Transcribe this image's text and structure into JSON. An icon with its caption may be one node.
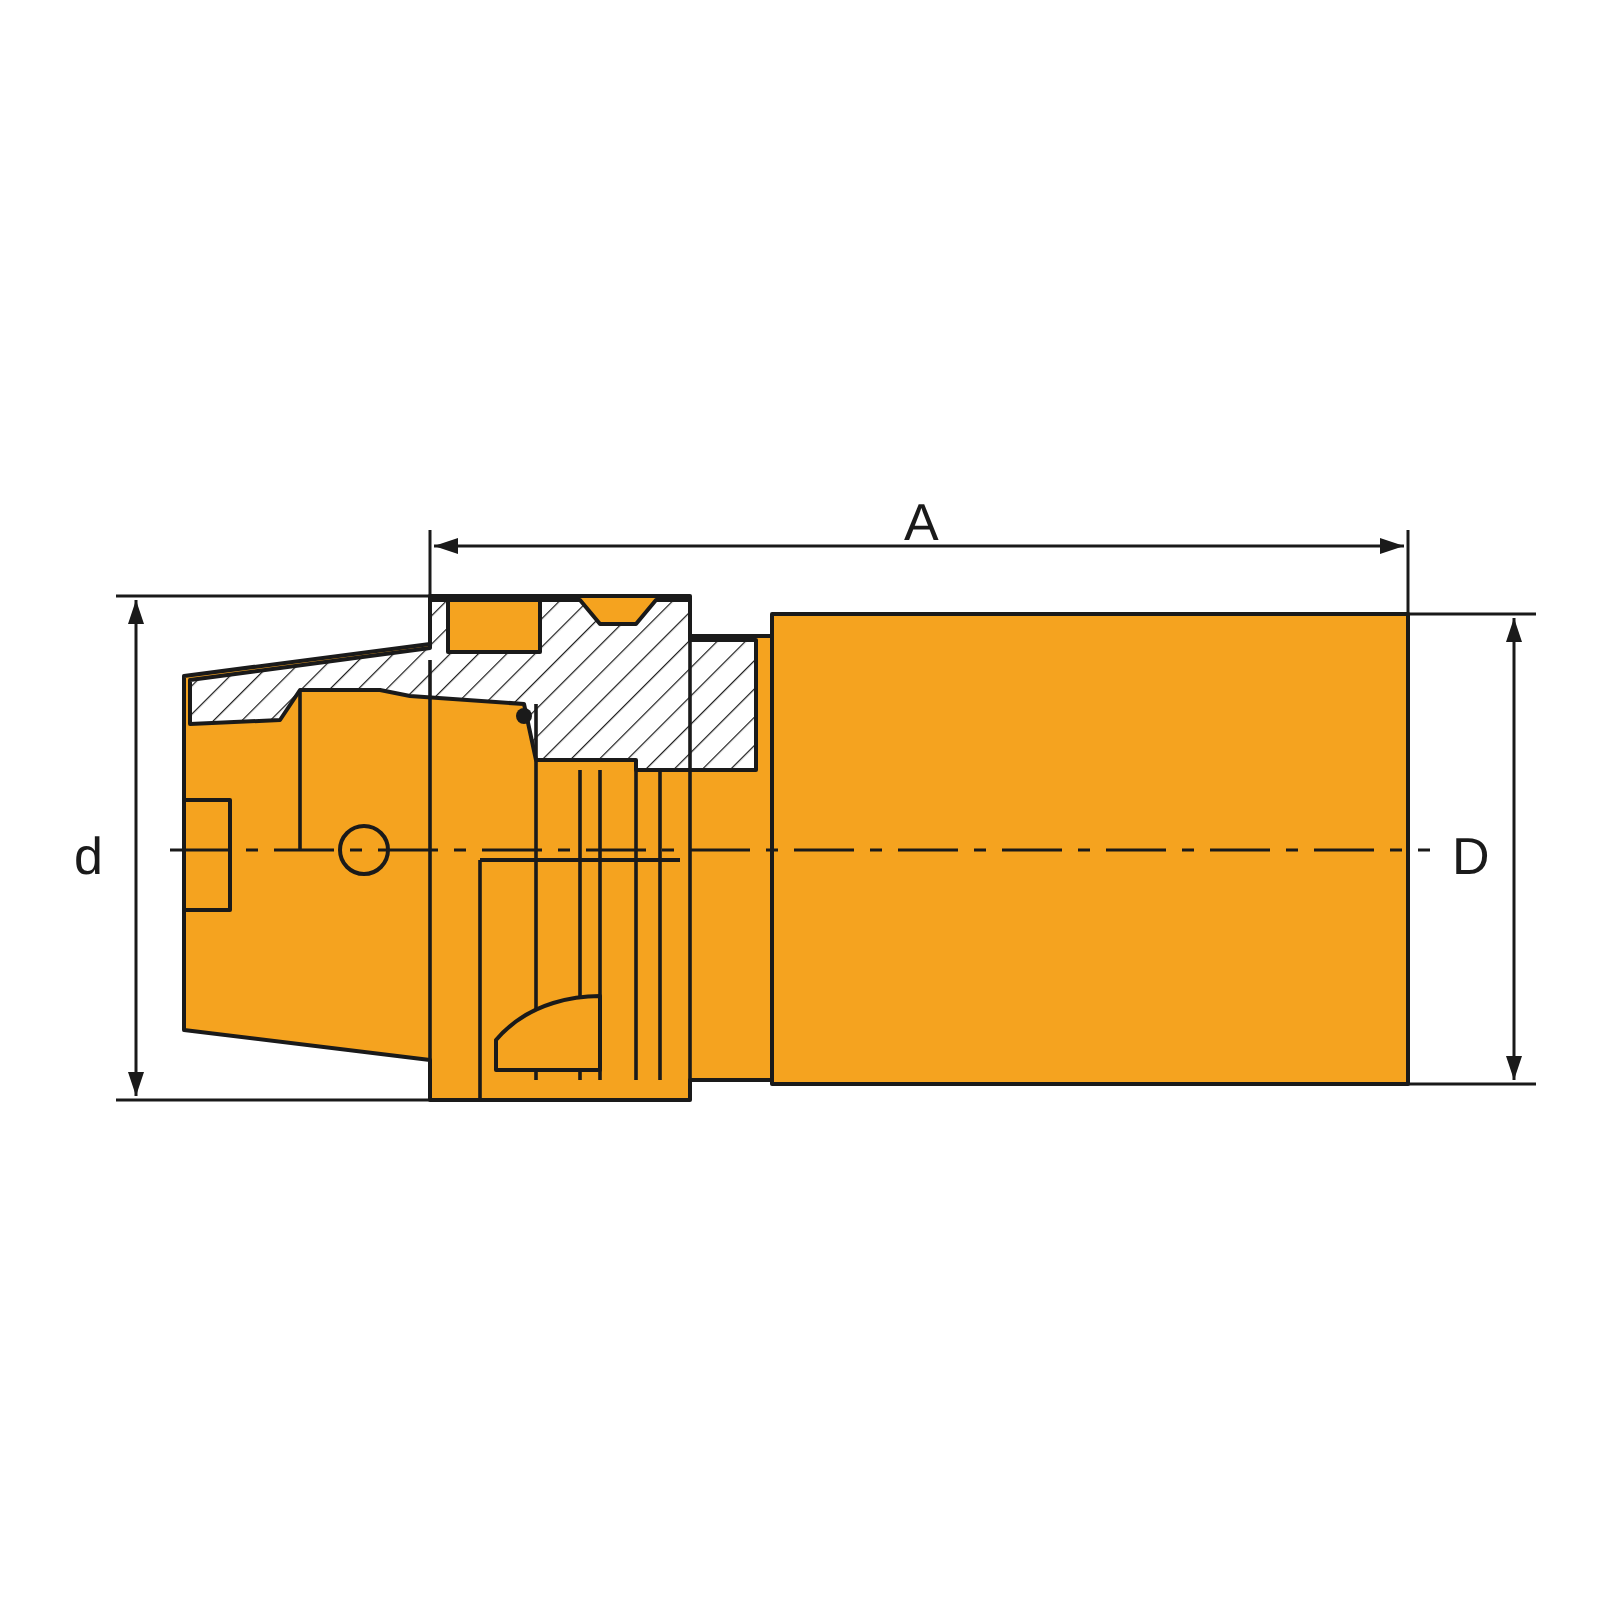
{
  "diagram": {
    "labels": [
      "A",
      "d",
      "D"
    ]
  }
}
